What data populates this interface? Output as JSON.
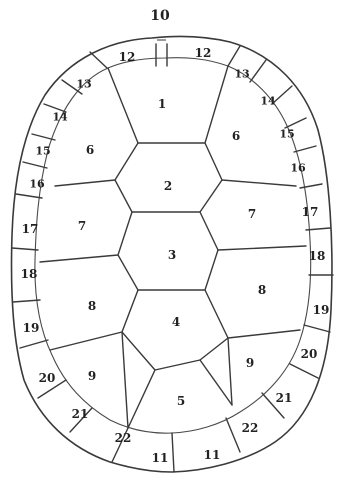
{
  "labels": {
    "nuchal": "10",
    "vertebral": [
      "1",
      "2",
      "3",
      "4",
      "5"
    ],
    "costal_left": [
      "6",
      "7",
      "8",
      "9"
    ],
    "costal_right": [
      "6",
      "7",
      "8",
      "9"
    ],
    "marginal_left": [
      "12",
      "13",
      "14",
      "15",
      "16",
      "17",
      "18",
      "19",
      "20",
      "21",
      "22",
      "11"
    ],
    "marginal_right": [
      "12",
      "13",
      "14",
      "15",
      "16",
      "17",
      "18",
      "19",
      "20",
      "21",
      "22",
      "11"
    ]
  },
  "colors": {
    "line": "#3a3a3a",
    "text": "#222222",
    "background": "#ffffff"
  }
}
